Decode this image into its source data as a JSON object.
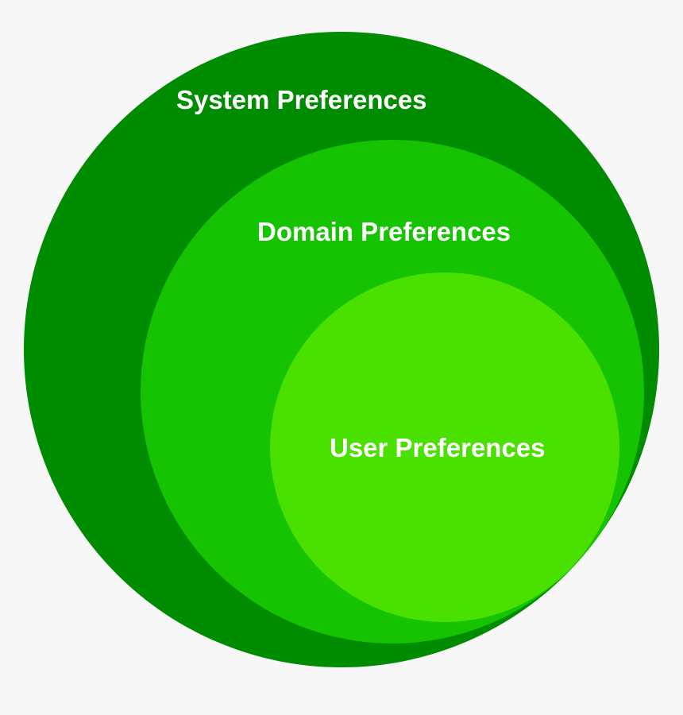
{
  "diagram": {
    "rings": [
      {
        "id": "system",
        "label": "System Preferences",
        "color": "#008c00"
      },
      {
        "id": "domain",
        "label": "Domain Preferences",
        "color": "#15c300"
      },
      {
        "id": "user",
        "label": "User Preferences",
        "color": "#4ae000"
      }
    ],
    "background": "#f7f7f7"
  }
}
